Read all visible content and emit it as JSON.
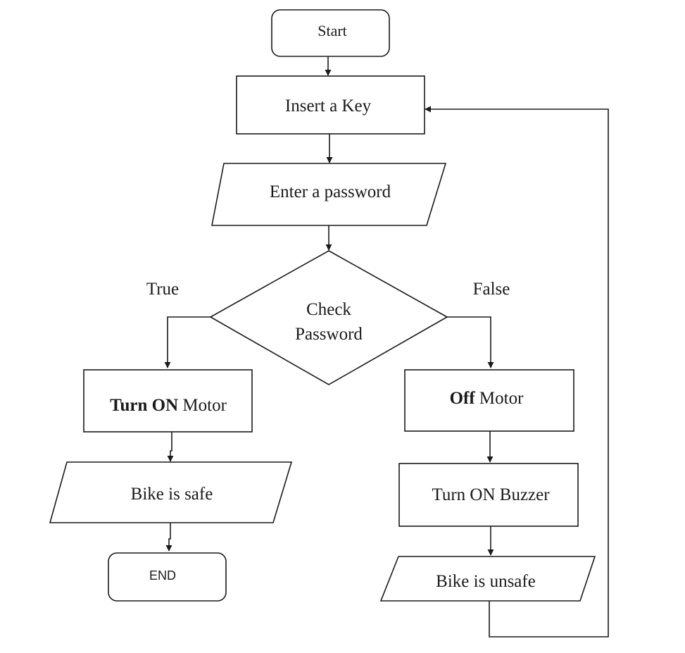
{
  "flowchart": {
    "start": "Start",
    "insert_key": "Insert a Key",
    "enter_password": "Enter a password",
    "check_password": {
      "line1": "Check",
      "line2": "Password"
    },
    "true_label": "True",
    "false_label": "False",
    "turn_on_motor": {
      "bold": "Turn ON",
      "rest": " Motor"
    },
    "off_motor": {
      "bold": "Off",
      "rest": " Motor"
    },
    "bike_safe": "Bike is safe",
    "end": "END",
    "turn_on_buzzer": "Turn ON Buzzer",
    "bike_unsafe": "Bike is unsafe"
  }
}
